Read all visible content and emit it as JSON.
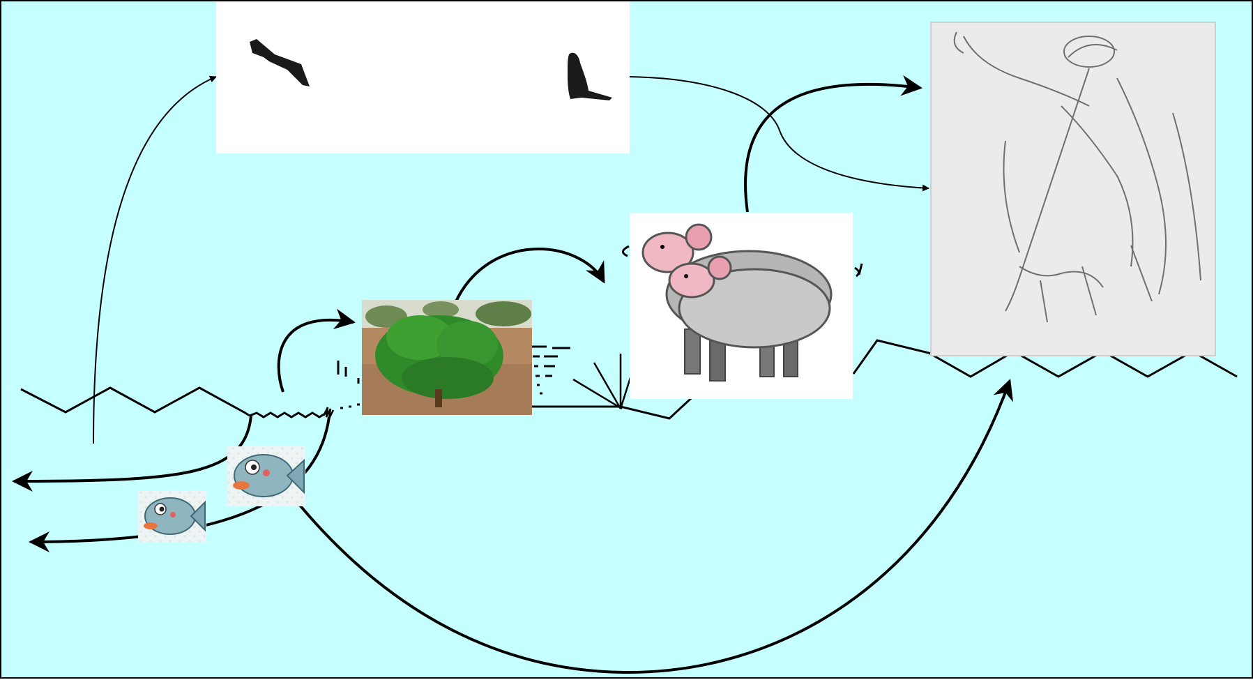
{
  "diagram": {
    "background_color": "#c6ffff",
    "line_color": "#000000",
    "nodes": [
      {
        "id": "birds",
        "icon": "flying-birds-photo"
      },
      {
        "id": "shrub",
        "icon": "shrub-photo"
      },
      {
        "id": "sheep",
        "icon": "sheep-clipart"
      },
      {
        "id": "human",
        "icon": "human-sketch"
      },
      {
        "id": "fish-large",
        "icon": "fish-clipart"
      },
      {
        "id": "fish-small",
        "icon": "fish-clipart"
      }
    ],
    "connections": [
      {
        "from": "ground",
        "to": "birds"
      },
      {
        "from": "birds",
        "to": "human"
      },
      {
        "from": "ground",
        "to": "shrub"
      },
      {
        "from": "shrub",
        "to": "sheep"
      },
      {
        "from": "sheep",
        "to": "human"
      },
      {
        "from": "fish-large",
        "to": "human"
      },
      {
        "from": "ground",
        "to": "outflow-upper"
      },
      {
        "from": "fish-small",
        "to": "outflow-lower"
      }
    ]
  }
}
